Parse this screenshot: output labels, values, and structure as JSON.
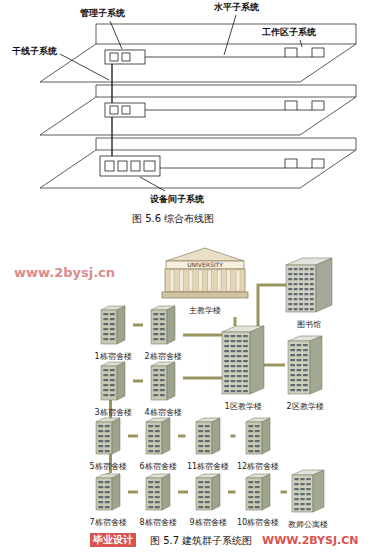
{
  "diagram": {
    "nodes": [
      {
        "text": [
          "主教学楼"
        ]
      },
      {
        "text": [
          "图书馆"
        ]
      },
      {
        "text": [
          "1栋宿舍楼"
        ]
      },
      {
        "text": [
          "2栋宿舍楼"
        ]
      },
      {
        "text": [
          "1区教学楼"
        ]
      },
      {
        "text": [
          "2区教学楼"
        ]
      },
      {
        "text": [
          "3栋宿舍楼"
        ]
      },
      {
        "text": [
          "4栋宿舍楼"
        ]
      },
      {
        "text": [
          "5栋宿舍楼"
        ]
      },
      {
        "text": [
          "6栋宿舍楼"
        ]
      },
      {
        "text": [
          "11栋宿舍楼"
        ]
      },
      {
        "text": [
          "12栋宿舍楼"
        ]
      },
      {
        "text": [
          "7栋宿舍楼"
        ]
      },
      {
        "text": [
          "8栋宿舍楼"
        ]
      },
      {
        "text": [
          "9栋宿舍楼"
        ]
      },
      {
        "text": [
          "10栋宿舍楼"
        ]
      },
      {
        "text": [
          "教师公寓楼"
        ]
      }
    ],
    "edges": [
      {
        "from": 0,
        "to": 4,
        "arrow": "none"
      },
      {
        "from": 1,
        "to": 4,
        "arrow": "none"
      },
      {
        "from": 4,
        "to": 5,
        "arrow": "none"
      },
      {
        "from": 4,
        "to": 3,
        "arrow": "none"
      },
      {
        "from": 3,
        "to": 2,
        "arrow": "none"
      },
      {
        "from": 4,
        "to": 7,
        "arrow": "none"
      },
      {
        "from": 7,
        "to": 6,
        "arrow": "none"
      },
      {
        "from": 6,
        "to": 8,
        "arrow": "none"
      },
      {
        "from": 8,
        "to": 9,
        "arrow": "none"
      },
      {
        "from": 9,
        "to": 10,
        "arrow": "none"
      },
      {
        "from": 10,
        "to": 11,
        "arrow": "none"
      },
      {
        "from": 8,
        "to": 12,
        "arrow": "none"
      },
      {
        "from": 12,
        "to": 13,
        "arrow": "none"
      },
      {
        "from": 13,
        "to": 14,
        "arrow": "none"
      },
      {
        "from": 14,
        "to": 15,
        "arrow": "none"
      },
      {
        "from": 15,
        "to": 16,
        "arrow": "none"
      }
    ],
    "labels": [
      "管理子系统",
      "水平子系统",
      "工作区子系统",
      "干线子系统",
      "设备间子系统",
      "图 5.6 综合布线图",
      "UNIVERSITY",
      "www.2bysj.cn",
      "图 5.7 建筑群子系统图",
      "毕业设计",
      "WWW.2BYSJ.CN"
    ]
  }
}
